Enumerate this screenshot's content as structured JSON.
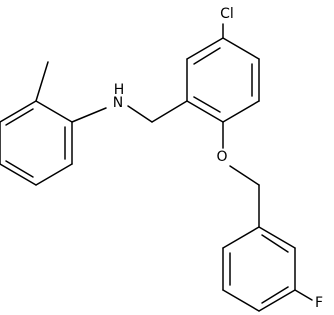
{
  "molecule": {
    "atom_labels": {
      "chlorine": "Cl",
      "amine": "N",
      "amine_h": "H",
      "ether_oxygen": "O",
      "fluorine": "F"
    },
    "colors": {
      "bond": "#000000",
      "label": "#000000",
      "background": "#ffffff"
    }
  }
}
